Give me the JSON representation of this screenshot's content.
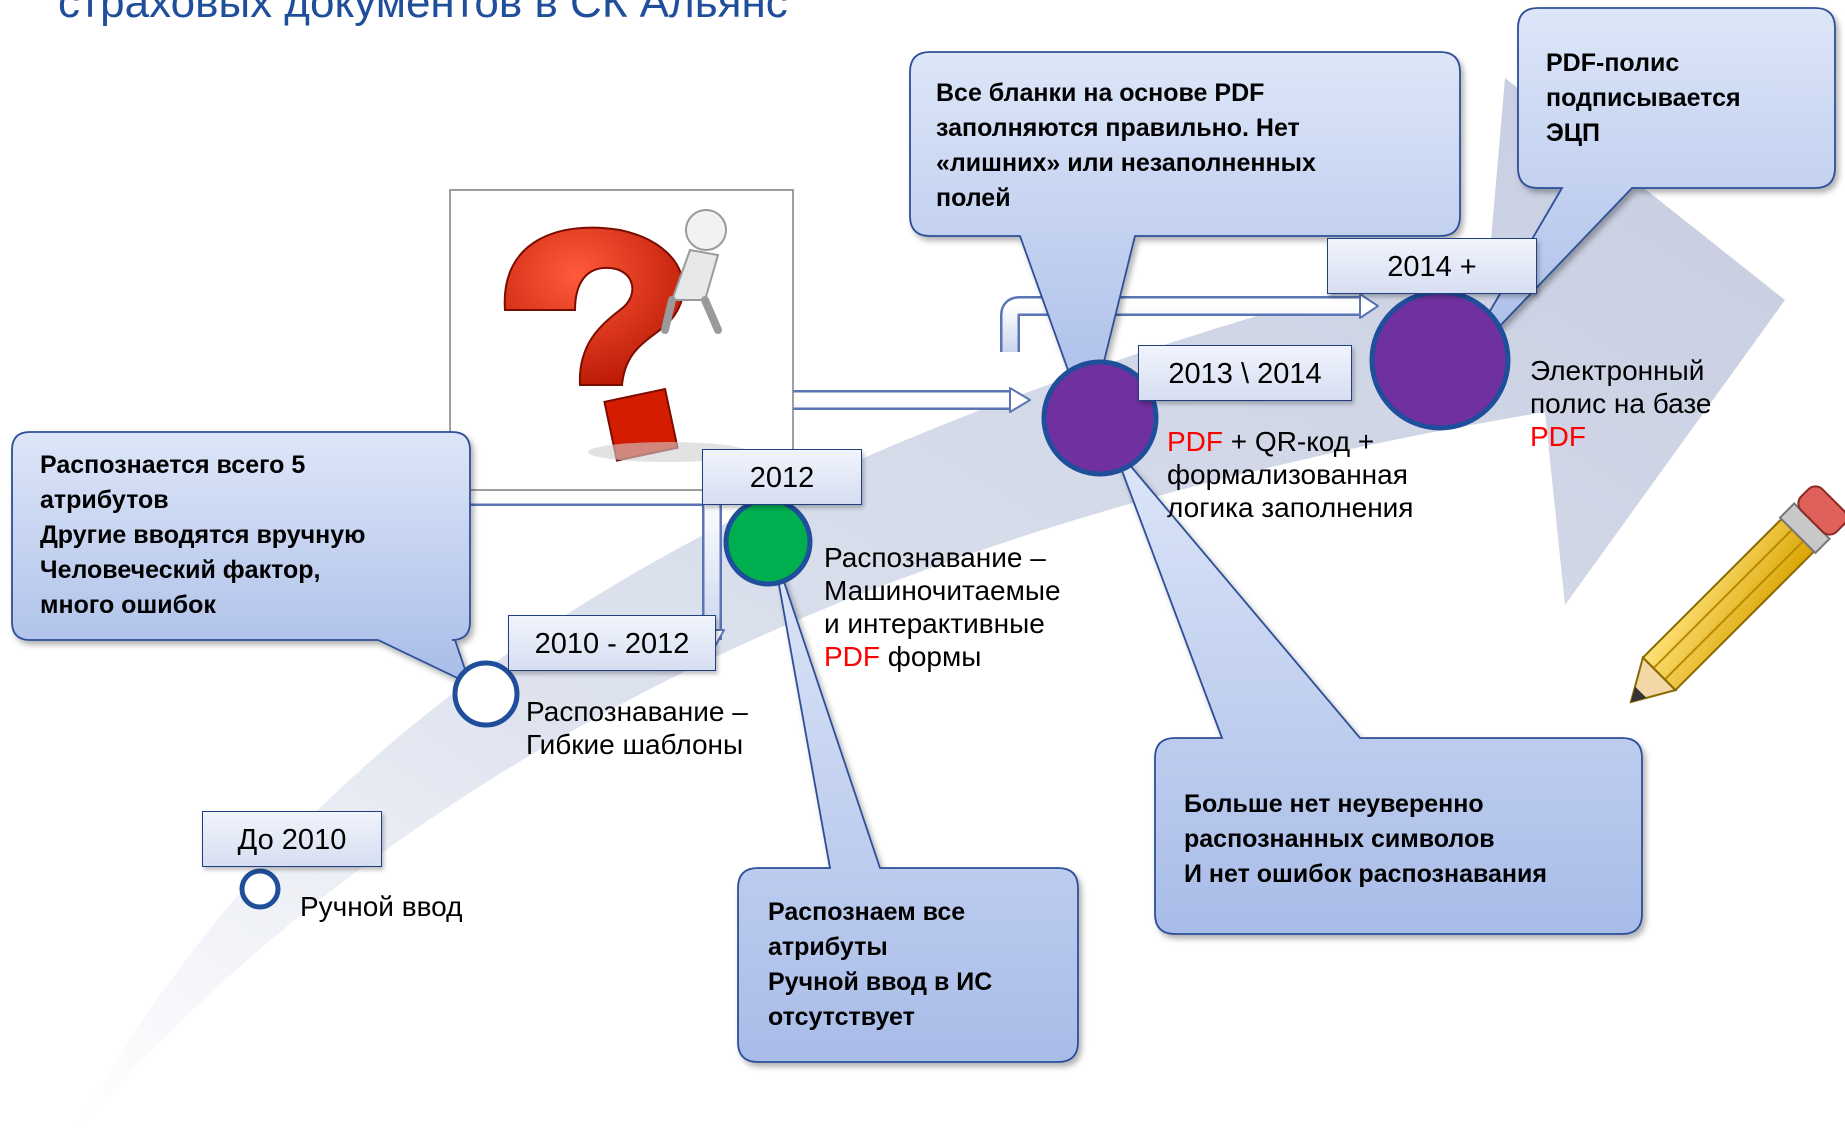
{
  "slide": {
    "title": "страховых документов в СК Альянс"
  },
  "milestones": [
    {
      "year": "До 2010",
      "caption_lines": [
        "Ручной ввод"
      ]
    },
    {
      "year": "2010 - 2012",
      "caption_lines": [
        "Распознавание –",
        "Гибкие шаблоны"
      ]
    },
    {
      "year": "2012",
      "caption_lines": [
        "Распознавание –",
        "Машиночитаемые",
        "и интерактивные"
      ],
      "caption_pdf": "PDF",
      "caption_after_pdf": " формы"
    },
    {
      "year": "2013 \\ 2014",
      "caption_pdf": "PDF",
      "caption_after_pdf": " + QR-код +",
      "caption_lines": [
        "формализованная",
        "логика заполнения"
      ]
    },
    {
      "year": "2014 +",
      "caption_lines": [
        "Электронный",
        "полис на базе"
      ],
      "caption_pdf": "PDF"
    }
  ],
  "callouts": {
    "manual_errors": [
      "Распознается всего 5",
      "атрибутов",
      "Другие вводятся вручную",
      "Человеческий фактор,",
      "много ошибок"
    ],
    "all_attributes": [
      "Распознаем все",
      "атрибуты",
      "Ручной ввод в ИС",
      "отсутствует"
    ],
    "pdf_forms": [
      "Все бланки на основе PDF",
      "заполняются правильно. Нет",
      "«лишних» или незаполненных",
      "полей"
    ],
    "no_errors": [
      "Больше нет неуверенно",
      "распознанных символов",
      "И нет ошибок распознавания"
    ],
    "digital_signature": [
      "PDF-полис",
      "подписывается",
      "ЭЦП"
    ]
  },
  "colors": {
    "title": "#1f4e9a",
    "label_border": "#203f80",
    "pdf_text": "#ff0000",
    "circle_outline": "#1f4e9a",
    "milestone_2012": "#00b050",
    "milestone_2013_2014": "#7030a0",
    "callout_fill": "#c5d3f0",
    "growth_arrow": "#d4d9e8"
  },
  "icons": [
    "question-mark-icon",
    "pencil-icon"
  ]
}
